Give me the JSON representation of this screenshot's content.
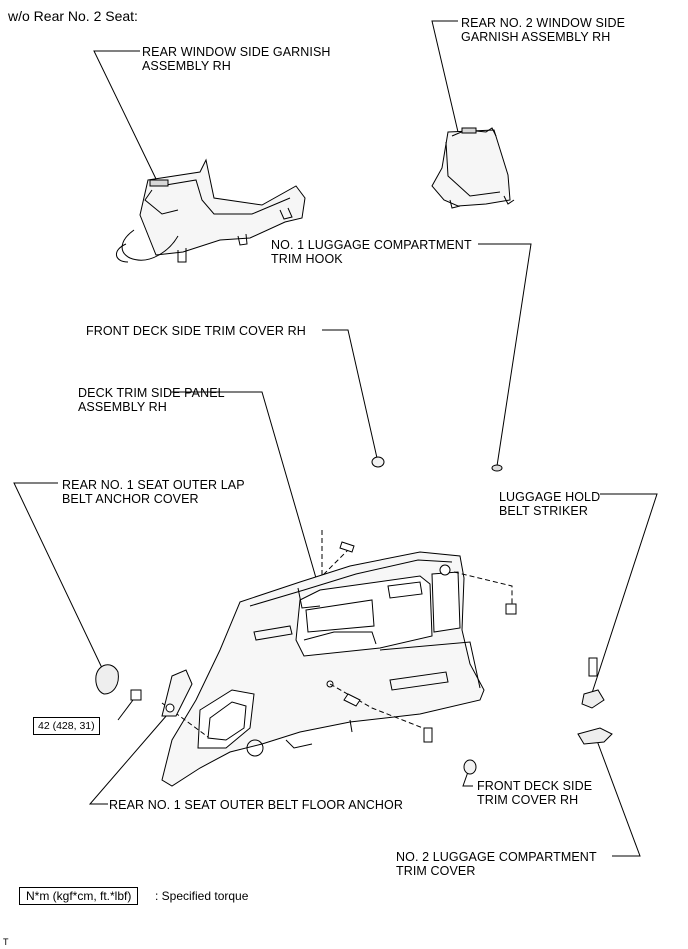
{
  "heading": "w/o Rear No. 2 Seat:",
  "labels": {
    "rear_window_side_garnish": [
      "REAR WINDOW SIDE GARNISH",
      "ASSEMBLY RH"
    ],
    "rear_no2_window_side_garnish": [
      "REAR NO. 2 WINDOW SIDE",
      "GARNISH ASSEMBLY RH"
    ],
    "no1_luggage_trim_hook": [
      "NO. 1 LUGGAGE COMPARTMENT",
      "TRIM HOOK"
    ],
    "front_deck_side_trim_cover_top": [
      "FRONT DECK SIDE TRIM COVER RH"
    ],
    "deck_trim_side_panel": [
      "DECK TRIM SIDE PANEL",
      "ASSEMBLY RH"
    ],
    "rear_no1_seat_outer_lap_cover": [
      "REAR NO. 1 SEAT OUTER LAP",
      "BELT ANCHOR COVER"
    ],
    "luggage_hold_belt_striker": [
      "LUGGAGE HOLD",
      "BELT STRIKER"
    ],
    "rear_no1_seat_outer_belt_floor_anchor": [
      "REAR NO. 1 SEAT OUTER BELT FLOOR ANCHOR"
    ],
    "front_deck_side_trim_cover_bottom": [
      "FRONT DECK SIDE",
      "TRIM COVER RH"
    ],
    "no2_luggage_trim_cover": [
      "NO. 2 LUGGAGE COMPARTMENT",
      "TRIM COVER"
    ]
  },
  "torque": "42 (428, 31)",
  "legend": {
    "units": "N*m (kgf*cm, ft.*lbf)",
    "description": ": Specified torque"
  },
  "footer": "T"
}
